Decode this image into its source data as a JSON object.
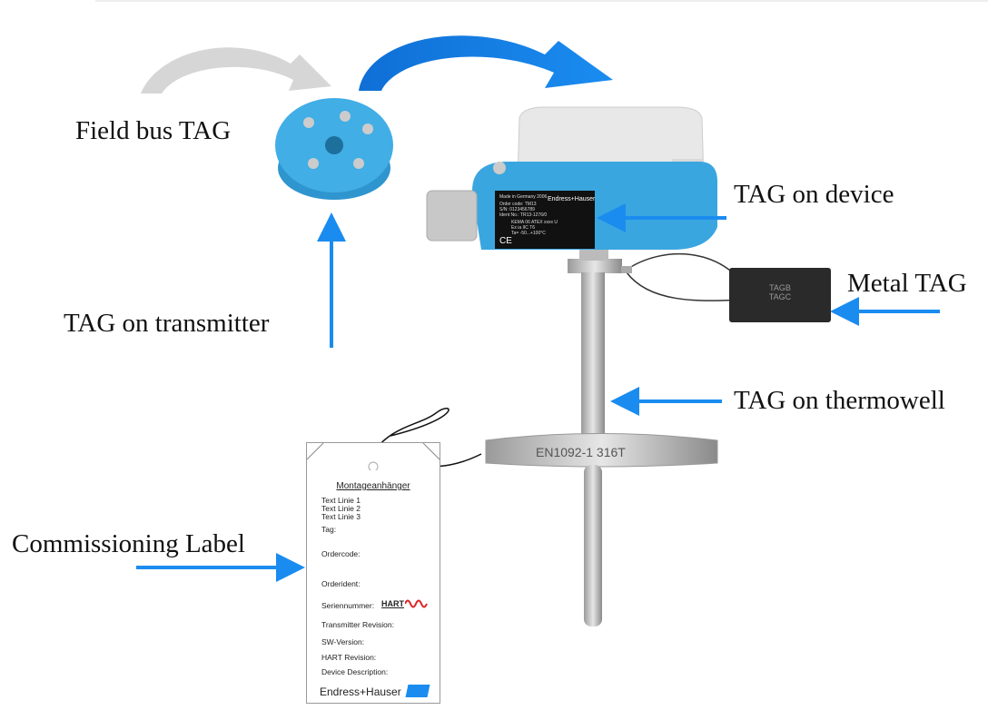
{
  "captions": {
    "field_bus_tag": "Field bus TAG",
    "tag_on_transmitter": "TAG on transmitter",
    "tag_on_device": "TAG on device",
    "metal_tag": "Metal TAG",
    "tag_on_thermowell": "TAG on thermowell",
    "commissioning_label": "Commissioning Label"
  },
  "metal_tag_text": [
    "TAGB",
    "TAGC"
  ],
  "flange_marking": "EN1092-1 316T",
  "device_label": {
    "brand": "Endress+Hauser",
    "lines": [
      "Made in Germany 2006",
      "Order code: TM13",
      "S/N: 0123456789",
      "Ident No.: TR13-1276/0",
      "KEMA 06 ATEX xxxx U",
      "Ex ia IIC T6",
      "Ta= -50...+100°C",
      "CE"
    ]
  },
  "commissioning_label": {
    "title": "Montageanhänger",
    "text_lines": [
      "Text Linie 1",
      "Text Linie 2",
      "Text Linie 3"
    ],
    "fields": [
      "Tag:",
      "Ordercode:",
      "Orderident:",
      "Seriennummer:",
      "Transmitter Revision:",
      "SW-Version:",
      "HART Revision:",
      "Device Description:"
    ],
    "hart_logo": "HART",
    "brand": "Endress+Hauser"
  },
  "colors": {
    "arrow_blue": "#1a8cf0",
    "device_blue": "#3aa6e0",
    "arrow_gray": "#d8d8d8"
  }
}
